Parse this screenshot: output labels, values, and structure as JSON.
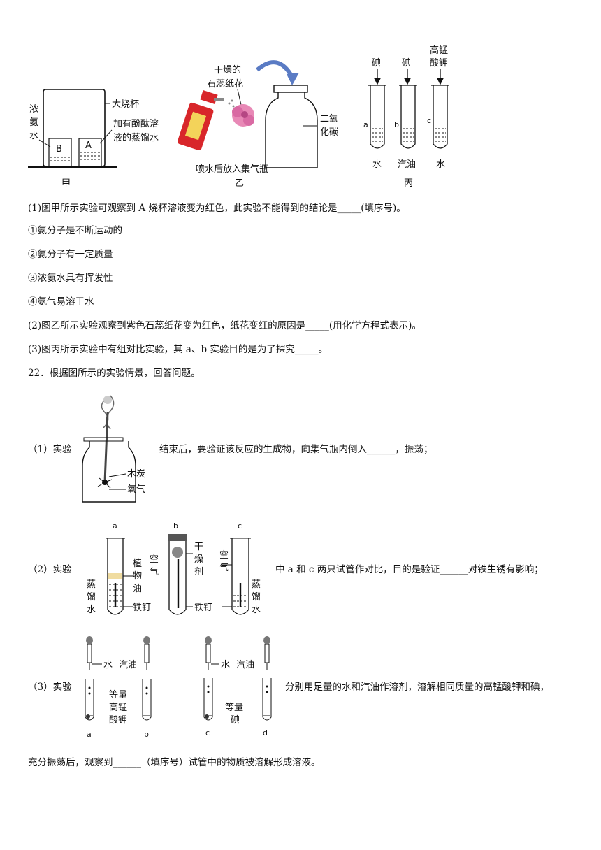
{
  "fig1": {
    "jia": {
      "label_conc": "浓",
      "label_ammonia1": "氨",
      "label_water": "水",
      "beaker_label": "大烧杯",
      "phenol_label1": "加有酚酞溶",
      "phenol_label2": "液的蒸馏水",
      "cup_b": "B",
      "cup_a": "A",
      "caption": "甲"
    },
    "yi": {
      "flower_label1": "干燥的",
      "flower_label2": "石蕊纸花",
      "co2_label1": "二氧",
      "co2_label2": "化碳",
      "spray_caption": "喷水后放入集气瓶",
      "caption": "乙"
    },
    "bing": {
      "top1": "碘",
      "top2": "碘",
      "top3a": "高锰",
      "top3b": "酸钾",
      "tube_a": "a",
      "tube_b": "b",
      "tube_c": "c",
      "bottom1": "水",
      "bottom2": "汽油",
      "bottom3": "水",
      "caption": "丙"
    }
  },
  "q21": {
    "p1": "(1)图甲所示实验可观察到 A 烧杯溶液变为红色，此实验不能得到的结论是_____(填序号)。",
    "o1": "①氨分子是不断运动的",
    "o2": "②氨分子有一定质量",
    "o3": "③浓氨水具有挥发性",
    "o4": "④氨气易溶于水",
    "p2": "(2)图乙所示实验观察到紫色石蕊纸花变为红色，纸花变红的原因是_____(用化学方程式表示)。",
    "p3": "(3)图丙所示实验中有组对比实验，其 a、b 实验目的是为了探究_____。"
  },
  "q22": {
    "title": "22．根据图所示的实验情景，回答问题。",
    "s1_prefix": "（1）实验",
    "s1_suffix": "结束后，要验证该反应的生成物，向集气瓶内倒入______，振荡；",
    "fig1_charcoal": "木炭",
    "fig1_oxygen": "氧气",
    "s2_prefix": "（2）实验",
    "s2_suffix": "中 a 和 c 两只试管作对比，目的是验证______对铁生锈有影响；",
    "fig2": {
      "a": "a",
      "b": "b",
      "c": "c",
      "distilled1": "蒸",
      "distilled2": "馏",
      "distilled3": "水",
      "air1": "空",
      "air2": "气",
      "oil1": "植",
      "oil2": "物",
      "oil3": "油",
      "dry1": "干",
      "dry2": "燥",
      "dry3": "剂",
      "nail1": "铁钉",
      "nail2": "铁钉",
      "air3": "空",
      "air4": "气",
      "distilled4": "蒸",
      "distilled5": "馏",
      "distilled6": "水"
    },
    "s3_prefix": "（3）实验",
    "s3_suffix": "分别用足量的水和汽油作溶剂，溶解相同质量的高锰酸钾和碘，",
    "fig3": {
      "water1": "水",
      "gas1": "汽油",
      "water2": "水",
      "gas2": "汽油",
      "eq1": "等量",
      "eq2": "高锰",
      "eq3": "酸钾",
      "eq4": "等量",
      "eq5": "碘",
      "a": "a",
      "b": "b",
      "c": "c",
      "d": "d"
    },
    "s3_end": "充分振荡后，观察到______（填序号）试管中的物质被溶解形成溶液。"
  }
}
